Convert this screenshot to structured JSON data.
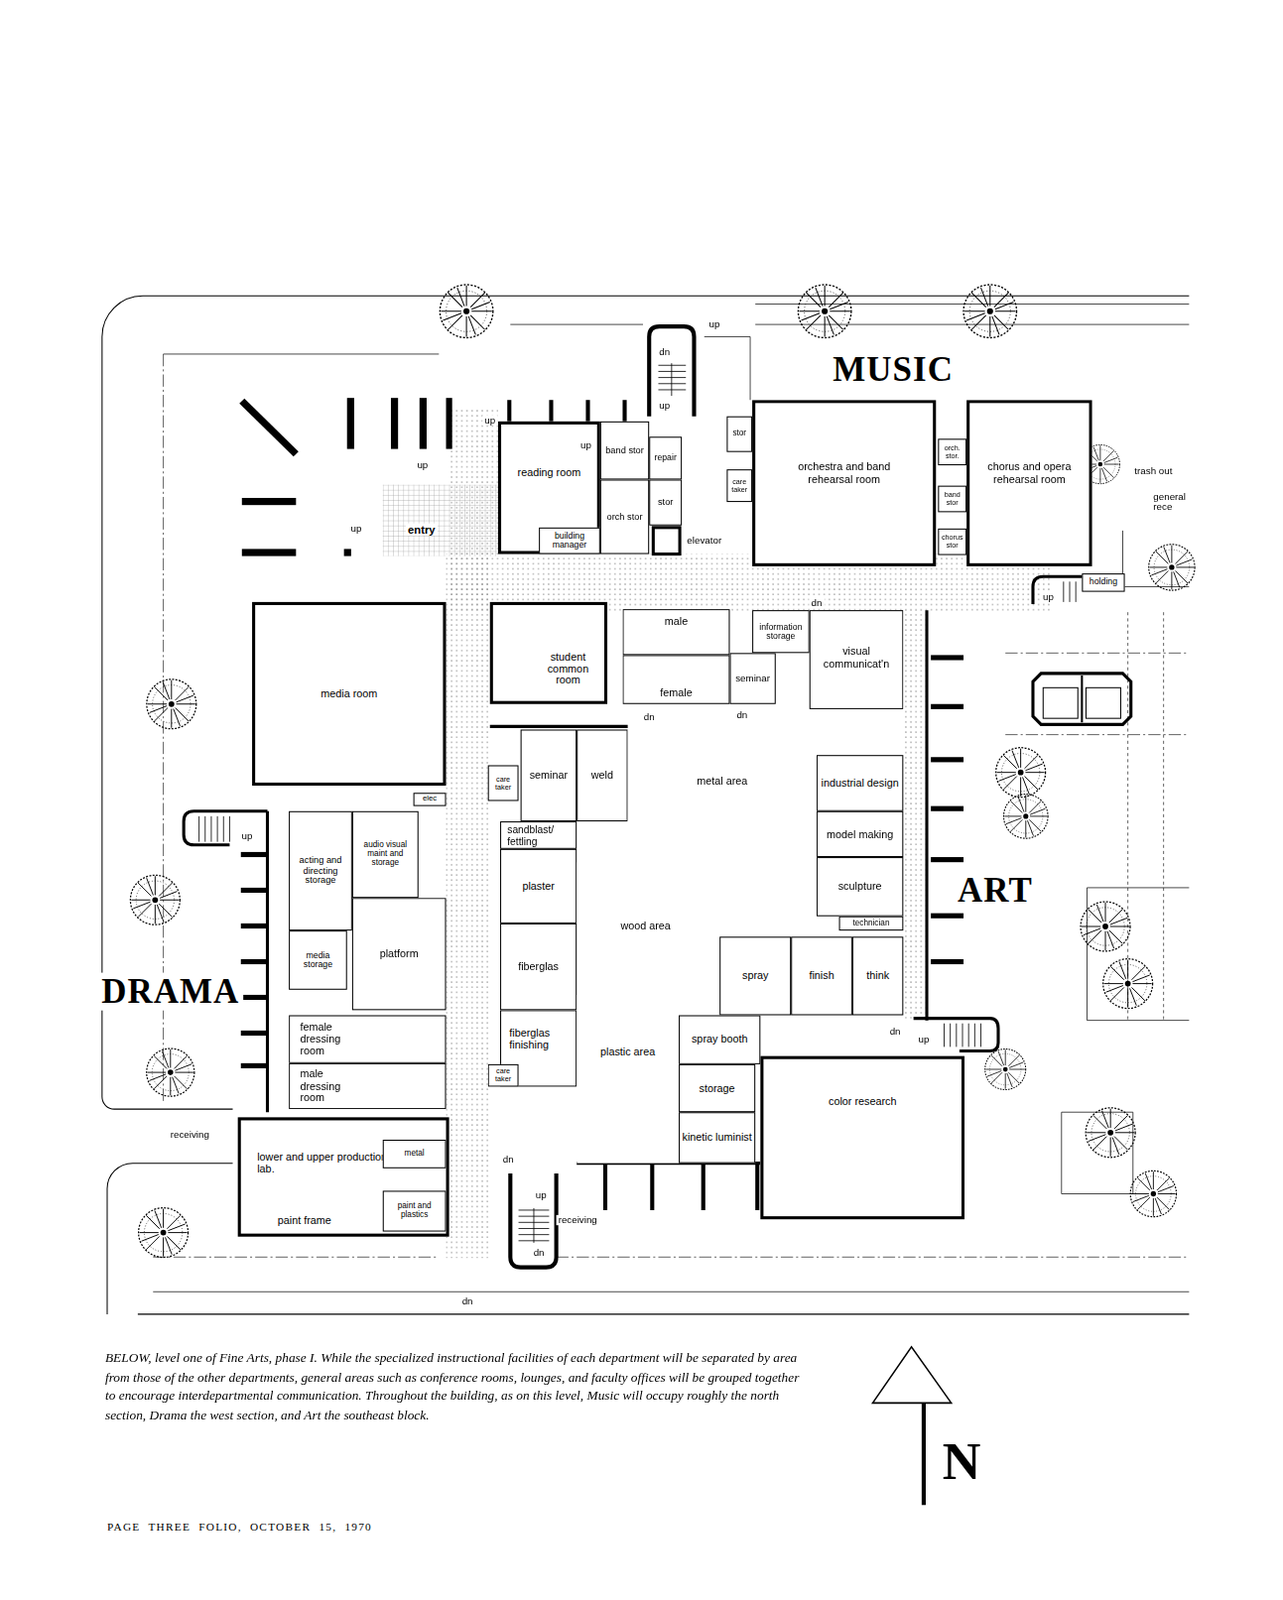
{
  "diagram": {
    "caption": "BELOW, level one of Fine Arts, phase I. While the specialized instructional facilities of each department will be separated by area from those of the other departments, general areas such as conference rooms, lounges, and faculty offices will be grouped together to encourage interdepartmental communication. Throughout the building, as on this level, Music will occupy roughly the north section, Drama the west section, and Art the southeast block.",
    "nodes": [
      {
        "text": [
          "reading room"
        ]
      },
      {
        "text": [
          "building manager"
        ],
        "in": 0
      },
      {
        "text": [
          "band stor"
        ]
      },
      {
        "text": [
          "repair"
        ]
      },
      {
        "text": [
          "orch stor"
        ]
      },
      {
        "text": [
          "stor"
        ]
      },
      {
        "text": [
          "stor"
        ]
      },
      {
        "text": [
          "care taker"
        ]
      },
      {
        "text": [
          "orchestra and band rehearsal room"
        ]
      },
      {
        "text": [
          "orch. stor."
        ]
      },
      {
        "text": [
          "band stor"
        ]
      },
      {
        "text": [
          "chorus stor"
        ]
      },
      {
        "text": [
          "chorus and opera rehearsal room"
        ]
      },
      {
        "text": [
          "holding"
        ]
      },
      {
        "text": [
          "media room"
        ]
      },
      {
        "text": [
          "elec"
        ]
      },
      {
        "text": [
          "acting and directing storage"
        ]
      },
      {
        "text": [
          "audio visual maint and storage"
        ]
      },
      {
        "text": [
          "media storage"
        ]
      },
      {
        "text": [
          "platform"
        ]
      },
      {
        "text": [
          "female dressing room"
        ]
      },
      {
        "text": [
          "male dressing room"
        ]
      },
      {
        "text": [
          "lower and upper production lab.",
          "paint frame"
        ]
      },
      {
        "text": [
          "metal"
        ],
        "in": 22
      },
      {
        "text": [
          "paint and plastics"
        ],
        "in": 22
      },
      {
        "text": [
          "student common room"
        ]
      },
      {
        "text": [
          "male"
        ]
      },
      {
        "text": [
          "female"
        ]
      },
      {
        "text": [
          "information storage"
        ]
      },
      {
        "text": [
          "seminar"
        ]
      },
      {
        "text": [
          "visual communicat'n"
        ]
      },
      {
        "text": [
          "care taker"
        ]
      },
      {
        "text": [
          "seminar"
        ]
      },
      {
        "text": [
          "weld"
        ]
      },
      {
        "text": [
          "metal area"
        ]
      },
      {
        "text": [
          "sandblast/ fettling"
        ]
      },
      {
        "text": [
          "plaster"
        ]
      },
      {
        "text": [
          "wood area"
        ]
      },
      {
        "text": [
          "fiberglas"
        ]
      },
      {
        "text": [
          "fiberglas finishing"
        ]
      },
      {
        "text": [
          "care taker"
        ]
      },
      {
        "text": [
          "plastic area"
        ]
      },
      {
        "text": [
          "industrial design"
        ]
      },
      {
        "text": [
          "model making"
        ]
      },
      {
        "text": [
          "sculpture"
        ]
      },
      {
        "text": [
          "technician"
        ]
      },
      {
        "text": [
          "spray"
        ]
      },
      {
        "text": [
          "finish"
        ]
      },
      {
        "text": [
          "think"
        ]
      },
      {
        "text": [
          "spray booth"
        ]
      },
      {
        "text": [
          "storage"
        ]
      },
      {
        "text": [
          "kinetic luminist"
        ]
      },
      {
        "text": [
          "color research"
        ]
      }
    ],
    "labels": [
      "up",
      "dn",
      "MUSIC",
      "up",
      "up",
      "up",
      "up",
      "trash out",
      "general rece",
      "up",
      "entry",
      "elevator",
      "up",
      "dn",
      "dn",
      "dn",
      "up",
      "ART",
      "DRAMA",
      "dn",
      "up",
      "receiving",
      "dn",
      "up",
      "receiving",
      "dn",
      "dn",
      "N",
      "PAGE THREE FOLIO, OCTOBER 15, 1970"
    ]
  }
}
